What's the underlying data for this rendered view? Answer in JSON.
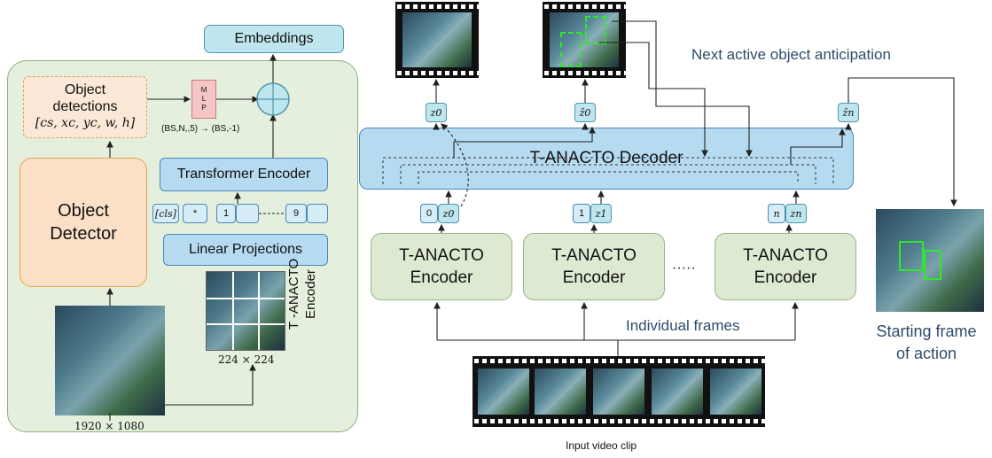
{
  "left_panel": {
    "embeddings": "Embeddings",
    "object_detections_title_1": "Object",
    "object_detections_title_2": "detections",
    "object_detections_tuple": "[cs, xc, yc, w, h]",
    "mlp": [
      "M",
      "L",
      "P"
    ],
    "mlp_shape": "(BS,N,,5) → (BS,-1)",
    "transformer_encoder": "Transformer Encoder",
    "linear_projections": "Linear Projections",
    "object_detector_1": "Object",
    "object_detector_2": "Detector",
    "tokens": [
      "[cls]",
      "*",
      "1",
      "9"
    ],
    "patch_size": "224 × 224",
    "frame_size": "1920 × 1080",
    "encoder_side_label_1": "T -ANACTO",
    "encoder_side_label_2": "Encoder"
  },
  "right_panel": {
    "decoder": "T-ANACTO Decoder",
    "next_active": "Next active object  anticipation",
    "z_outputs": [
      "z0",
      "ẑ0",
      "ẑn"
    ],
    "inputs": [
      [
        "0",
        "z0"
      ],
      [
        "1",
        "z1"
      ],
      [
        "n",
        "zn"
      ]
    ],
    "encoders": [
      [
        "T-ANACTO",
        "Encoder"
      ],
      [
        "T-ANACTO",
        "Encoder"
      ],
      [
        "T-ANACTO",
        "Encoder"
      ]
    ],
    "ellipsis": "·····",
    "individual_frames": "Individual frames",
    "input_clip": "Input video clip",
    "starting_frame_1": "Starting frame",
    "starting_frame_2": "of action"
  },
  "colors": {
    "teal": "#bfe5ee",
    "blue": "#b6daf0",
    "green": "#dcead2",
    "peach": "#fbe0c7",
    "mlp": "#f6c6c6",
    "bbox": "#2ee82e"
  }
}
